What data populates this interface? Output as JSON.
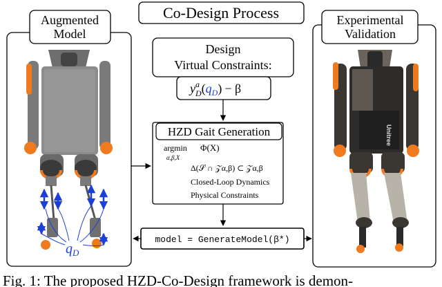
{
  "title": "Co-Design Process",
  "left_panel": {
    "title_line1": "Augmented",
    "title_line2": "Model",
    "design_var_label": "q",
    "design_var_sub": "D"
  },
  "right_panel": {
    "title_line1": "Experimental",
    "title_line2": "Validation",
    "brand_text": "Unitree"
  },
  "design_box": {
    "line1": "Design",
    "line2": "Virtual Constraints:"
  },
  "equation_box": {
    "y": "y",
    "sup": "a",
    "sub": "D",
    "qd_q": "q",
    "qd_sub": "D",
    "rest": "− β",
    "open_paren": "(",
    "close_paren": ")"
  },
  "hzd_box": {
    "title": "HZD Gait Generation",
    "argmin": "argmin",
    "argmin_sub": "α,β,X",
    "objective": "Φ(X)",
    "constraint1": "Δ(𝒮 ∩ 𝒵α,β) ⊂ 𝒵α,β",
    "constraint2": "Closed-Loop Dynamics",
    "constraint3": "Physical Constraints"
  },
  "model_box": {
    "text": "model = GenerateModel(β*)"
  },
  "caption": "Fig. 1: The proposed HZD-Co-Design framework is demon-",
  "colors": {
    "orange": "#f07a1f",
    "blue": "#1c3fd8",
    "robot_gray": "#8a8a8a",
    "dark": "#2a2a2a"
  }
}
